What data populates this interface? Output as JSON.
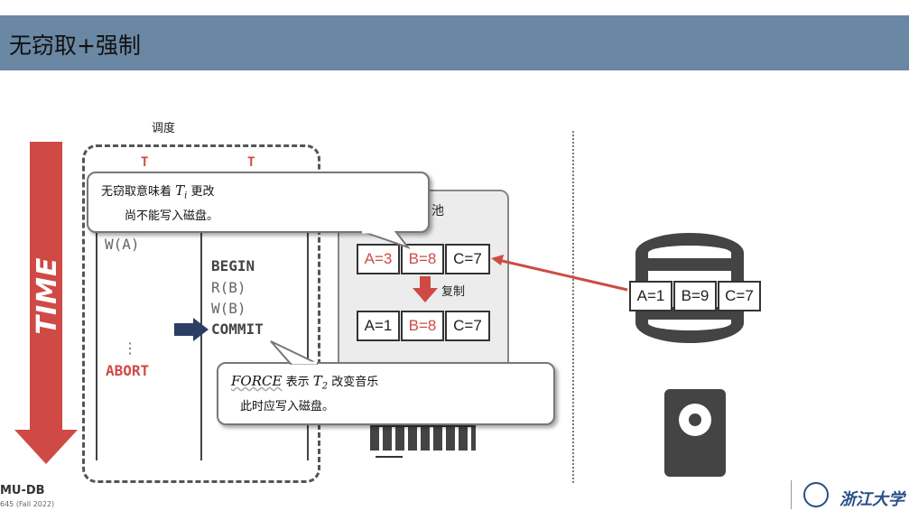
{
  "title": "无窃取+强制",
  "schedule_label": "调度",
  "time_label": "TIME",
  "t1_marker": "T",
  "t2_marker": "T",
  "t1_ops": [
    "W(A)",
    "⋮",
    "ABORT"
  ],
  "t2_ops": [
    "BEGIN",
    "R(B)",
    "W(B)",
    "COMMIT"
  ],
  "pool_label": "池",
  "copy_label": "复制",
  "pool_top_row": [
    {
      "text": "A=3",
      "changed": true
    },
    {
      "text": "B=8",
      "changed": true
    },
    {
      "text": "C=7",
      "changed": false
    }
  ],
  "pool_bottom_row": [
    {
      "text": "A=1",
      "changed": false
    },
    {
      "text": "B=8",
      "changed": true
    },
    {
      "text": "C=7",
      "changed": false
    }
  ],
  "disk_row": [
    "A=1",
    "B=9",
    "C=7"
  ],
  "bubble1": {
    "line1_pre": "无窃取意味着 ",
    "line1_math": "T",
    "line1_sub": "i",
    "line1_post": " 更改",
    "line2": "尚不能写入磁盘。"
  },
  "bubble2": {
    "line1_math": "FORCE",
    "line1_mid": " 表示 ",
    "line1_math2": "T",
    "line1_sub": "2",
    "line1_post": " 改变音乐",
    "line2": "此时应写入磁盘。"
  },
  "footer_left": "MU-DB",
  "footer_left_sub": "645 (Fall 2022)",
  "logo_text": "浙江大学",
  "colors": {
    "accent_red": "#cf4a45",
    "title_bar": "#6a87a3",
    "arrow_navy": "#2c3e63"
  }
}
